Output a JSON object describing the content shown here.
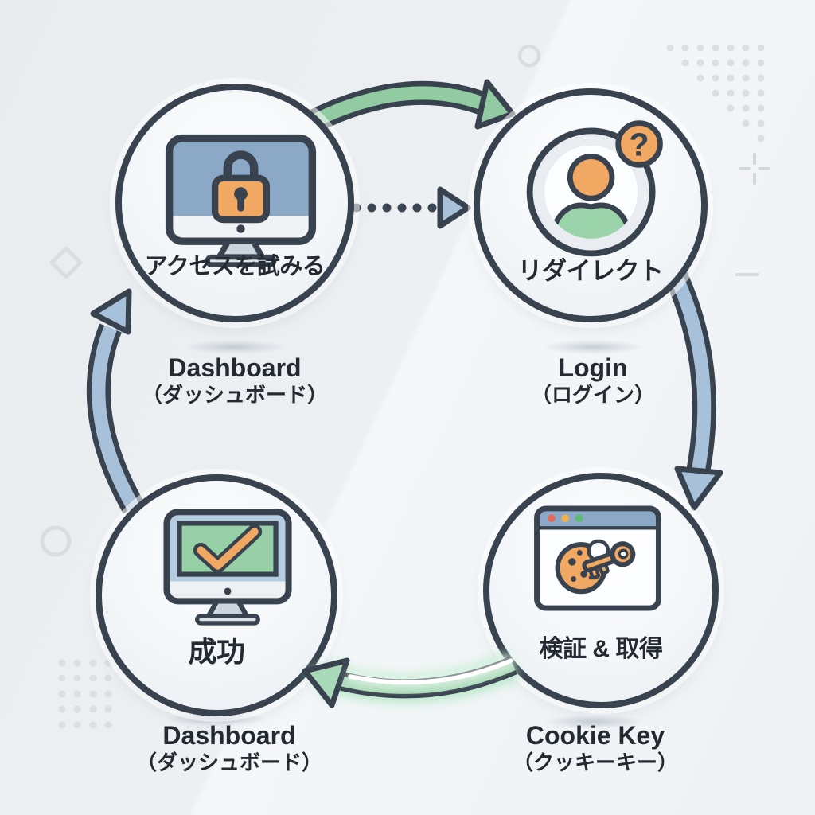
{
  "diagram": {
    "type": "cycle-flow",
    "nodes": [
      {
        "id": "attempt-access",
        "caption": "アクセスを試みる",
        "label_en": "Dashboard",
        "label_ja": "（ダッシュボード）",
        "icon": "monitor-lock-icon"
      },
      {
        "id": "redirect",
        "caption": "リダイレクト",
        "label_en": "Login",
        "label_ja": "（ログイン）",
        "icon": "user-question-icon",
        "badge": "?"
      },
      {
        "id": "success",
        "caption": "成功",
        "label_en": "Dashboard",
        "label_ja": "（ダッシュボード）",
        "icon": "monitor-check-icon"
      },
      {
        "id": "verify-acquire",
        "caption": "検証 & 取得",
        "label_en": "Cookie Key",
        "label_ja": "（クッキーキー）",
        "icon": "cookie-key-icon"
      }
    ],
    "arrows": [
      {
        "name": "top-arrow",
        "from": "attempt-access",
        "to": "redirect",
        "style": "green-solid-curve"
      },
      {
        "name": "dotted-arrow",
        "from": "attempt-access",
        "to": "redirect",
        "style": "dark-dotted"
      },
      {
        "name": "right-arrow",
        "from": "redirect",
        "to": "verify-acquire",
        "style": "blue-solid-curve"
      },
      {
        "name": "bottom-arrow",
        "from": "verify-acquire",
        "to": "success",
        "style": "green-glow-curve"
      },
      {
        "name": "left-arrow",
        "from": "success",
        "to": "attempt-access",
        "style": "blue-solid-curve"
      }
    ],
    "colors": {
      "outline": "#39434f",
      "green": "#92cba2",
      "blue": "#a6c1d9",
      "orange": "#f0a862",
      "screen_blue": "#8ba8c6",
      "screen_green": "#97cfa7",
      "background": "#ebeef1",
      "decoration": "#d9dee4",
      "text": "#242a31",
      "browser_dot_red": "#e2695c",
      "browser_dot_yellow": "#edb24e",
      "browser_dot_green": "#5eba6e"
    }
  }
}
